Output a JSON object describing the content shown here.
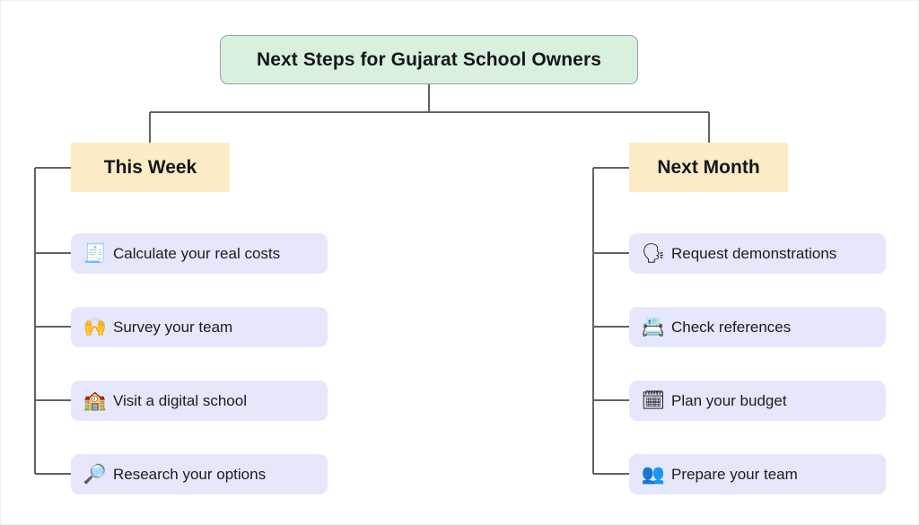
{
  "diagram": {
    "type": "tree-flowchart",
    "root": {
      "label": "Next Steps for Gujarat School Owners",
      "fill": "#d9f0de",
      "border": "#9aa0a6"
    },
    "branches": [
      {
        "id": "this-week",
        "label": "This Week",
        "fill": "#fcecc5",
        "items": [
          {
            "icon": "calculator-receipt-icon",
            "glyph": "🧾",
            "label": "Calculate your real costs"
          },
          {
            "icon": "people-raising-hands-icon",
            "glyph": "🙌",
            "label": "Survey your team"
          },
          {
            "icon": "school-on-monitor-icon",
            "glyph": "🏫",
            "label": "Visit a digital school"
          },
          {
            "icon": "document-magnifier-icon",
            "glyph": "🔎",
            "label": "Research your options"
          }
        ]
      },
      {
        "id": "next-month",
        "label": "Next Month",
        "fill": "#fcecc5",
        "items": [
          {
            "icon": "group-speech-bubbles-icon",
            "glyph": "🗣",
            "label": "Request demonstrations"
          },
          {
            "icon": "id-card-magnifier-icon",
            "glyph": "📇",
            "label": "Check references"
          },
          {
            "icon": "plan-calculator-icon",
            "glyph": "🗓",
            "label": "Plan your budget"
          },
          {
            "icon": "team-group-icon",
            "glyph": "👥",
            "label": "Prepare your team"
          }
        ]
      }
    ],
    "item_fill": "#e7e7fb",
    "connector_color": "#5f6368",
    "background": "#ffffff"
  }
}
